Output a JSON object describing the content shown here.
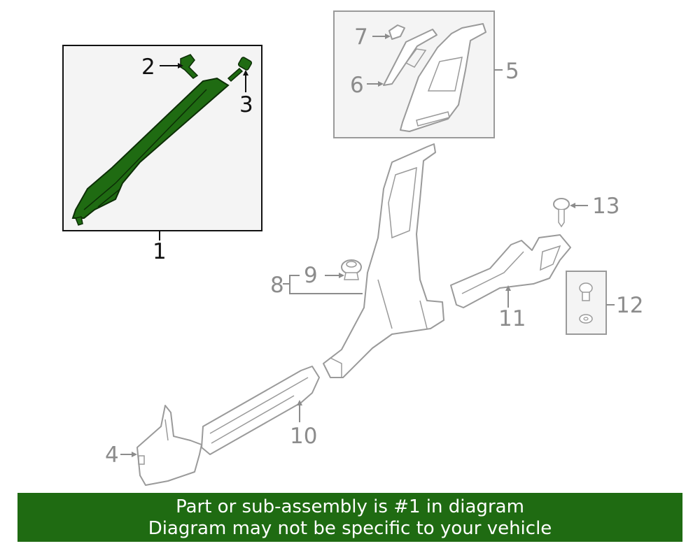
{
  "callouts": {
    "c1": "1",
    "c2": "2",
    "c3": "3",
    "c4": "4",
    "c5": "5",
    "c6": "6",
    "c7": "7",
    "c8": "8",
    "c9": "9",
    "c10": "10",
    "c11": "11",
    "c12": "12",
    "c13": "13"
  },
  "colors": {
    "highlight_fill": "#1f6b12",
    "part_stroke": "#9a9a9a",
    "banner_bg": "#1f6b12",
    "box_bg": "#f4f4f4"
  },
  "banner": {
    "line1": "Part or sub-assembly is #1 in diagram",
    "line2": "Diagram may not be specific to your vehicle"
  }
}
